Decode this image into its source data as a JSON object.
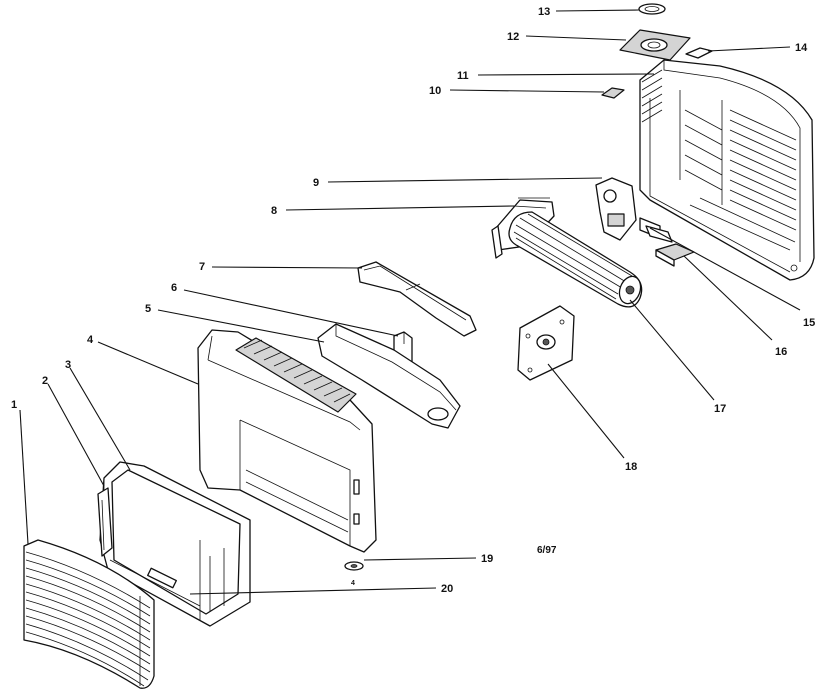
{
  "callouts": [
    "1",
    "2",
    "3",
    "4",
    "5",
    "6",
    "7",
    "8",
    "9",
    "10",
    "11",
    "12",
    "13",
    "14",
    "15",
    "16",
    "17",
    "18",
    "19",
    "20"
  ],
  "date_code": "6/97"
}
